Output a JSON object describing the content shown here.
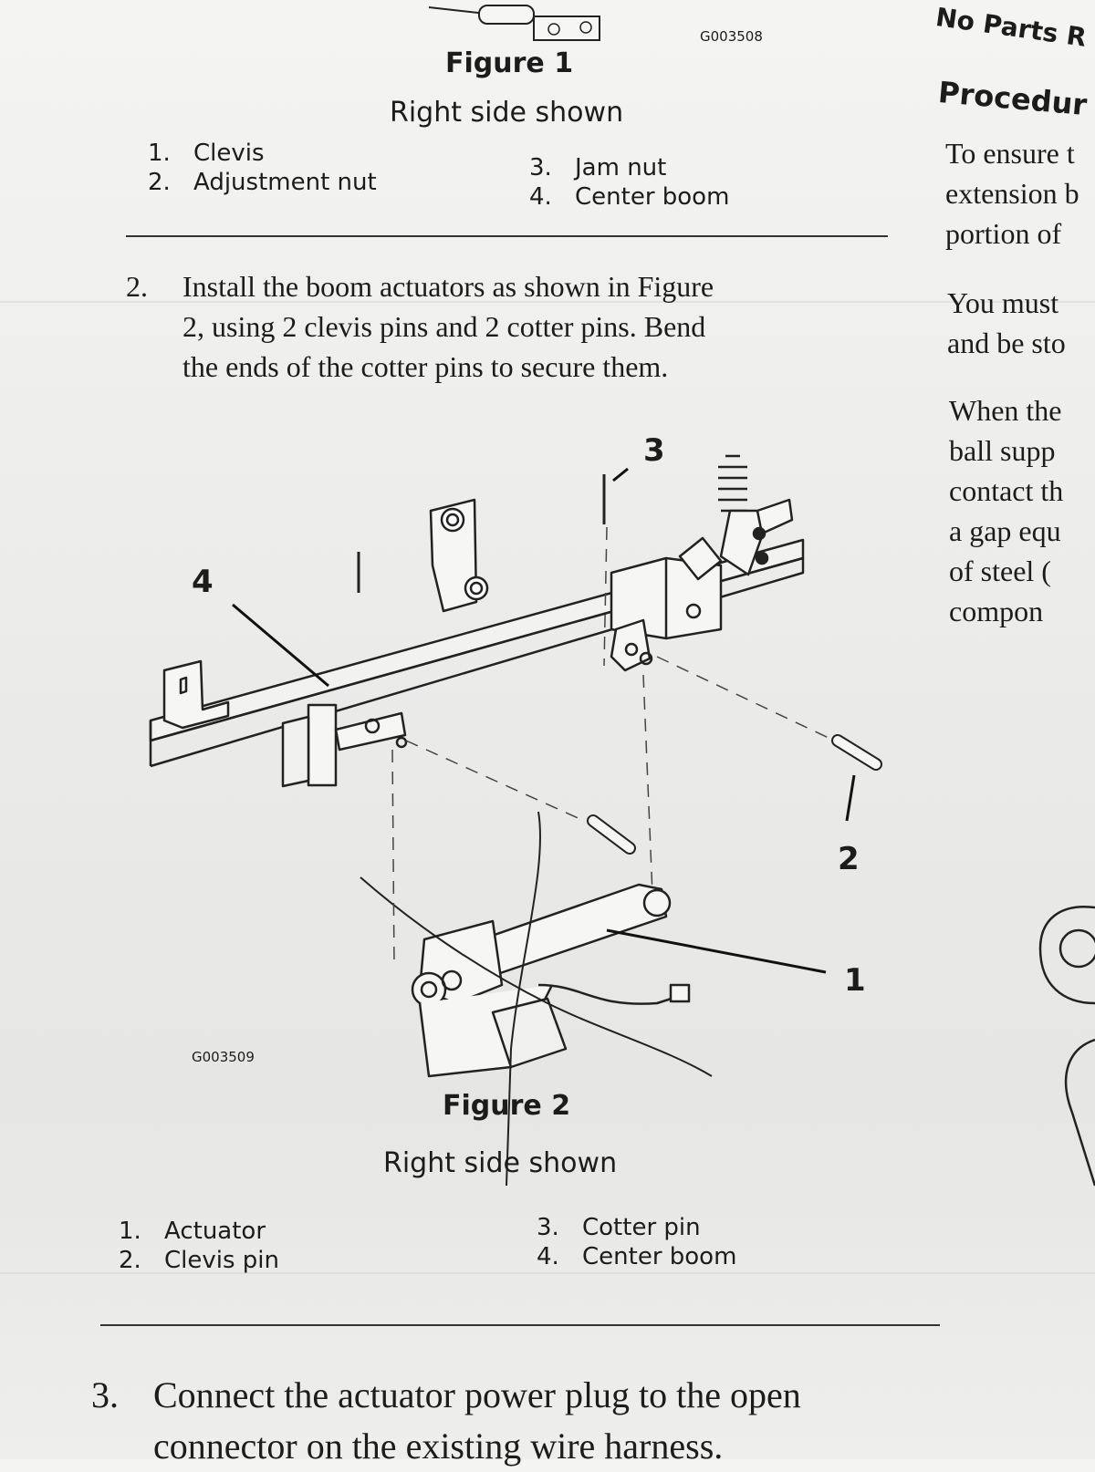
{
  "figure1": {
    "code": "G003508",
    "title": "Figure 1",
    "subtitle": "Right side shown",
    "legend": [
      {
        "num": "1.",
        "label": "Clevis"
      },
      {
        "num": "2.",
        "label": "Adjustment nut"
      },
      {
        "num": "3.",
        "label": "Jam nut"
      },
      {
        "num": "4.",
        "label": "Center boom"
      }
    ]
  },
  "step2": {
    "number": "2.",
    "line1": "Install the boom actuators as shown in Figure",
    "line2": "2, using 2 clevis pins and 2 cotter pins. Bend",
    "line3": "the ends of the cotter pins to secure them."
  },
  "figure2": {
    "code": "G003509",
    "title": "Figure 2",
    "subtitle": "Right side shown",
    "callouts": {
      "c1": "1",
      "c2": "2",
      "c3": "3",
      "c4": "4"
    },
    "legend": [
      {
        "num": "1.",
        "label": "Actuator"
      },
      {
        "num": "2.",
        "label": "Clevis pin"
      },
      {
        "num": "3.",
        "label": "Cotter pin"
      },
      {
        "num": "4.",
        "label": "Center boom"
      }
    ]
  },
  "step3": {
    "number": "3.",
    "line1": "Connect the actuator power plug to the open",
    "line2": "connector on the existing wire harness."
  },
  "side_column": {
    "header": "No Parts R",
    "procedure_heading": "Procedur",
    "lines": [
      "To ensure t",
      "extension b",
      "portion of",
      "You must",
      "and be sto",
      "When the",
      "ball supp",
      "contact th",
      "a gap equ",
      "of steel (",
      "compon"
    ]
  }
}
